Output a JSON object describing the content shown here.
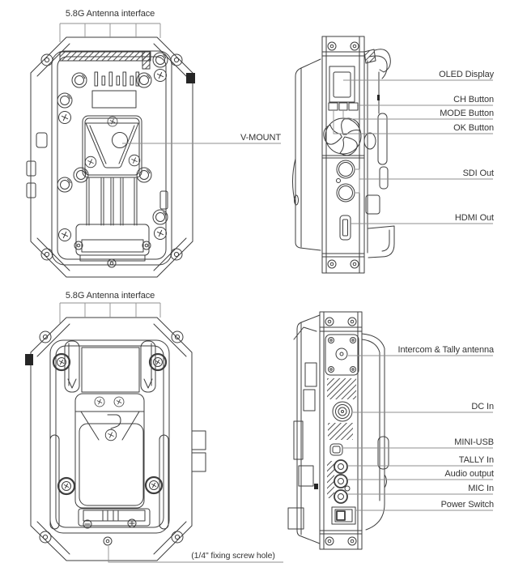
{
  "labels": {
    "antenna_top": "5.8G Antenna interface",
    "antenna_bottom": "5.8G Antenna interface",
    "vmount": "V-MOUNT",
    "oled": "OLED Display",
    "ch": "CH Button",
    "mode": "MODE Button",
    "ok": "OK Button",
    "sdi": "SDI Out",
    "hdmi": "HDMI Out",
    "intercom": "Intercom & Tally antenna",
    "dc": "DC In",
    "usb": "MINI-USB",
    "tally": "TALLY In",
    "audio": "Audio output",
    "mic": "MIC In",
    "power": "Power Switch",
    "fixing": "(1/4\" fixing screw hole)"
  },
  "colors": {
    "ink": "#3d3d3d",
    "leader": "#8f8f8f",
    "text": "#333333",
    "accent_fill": "#262626",
    "background": "#ffffff"
  }
}
